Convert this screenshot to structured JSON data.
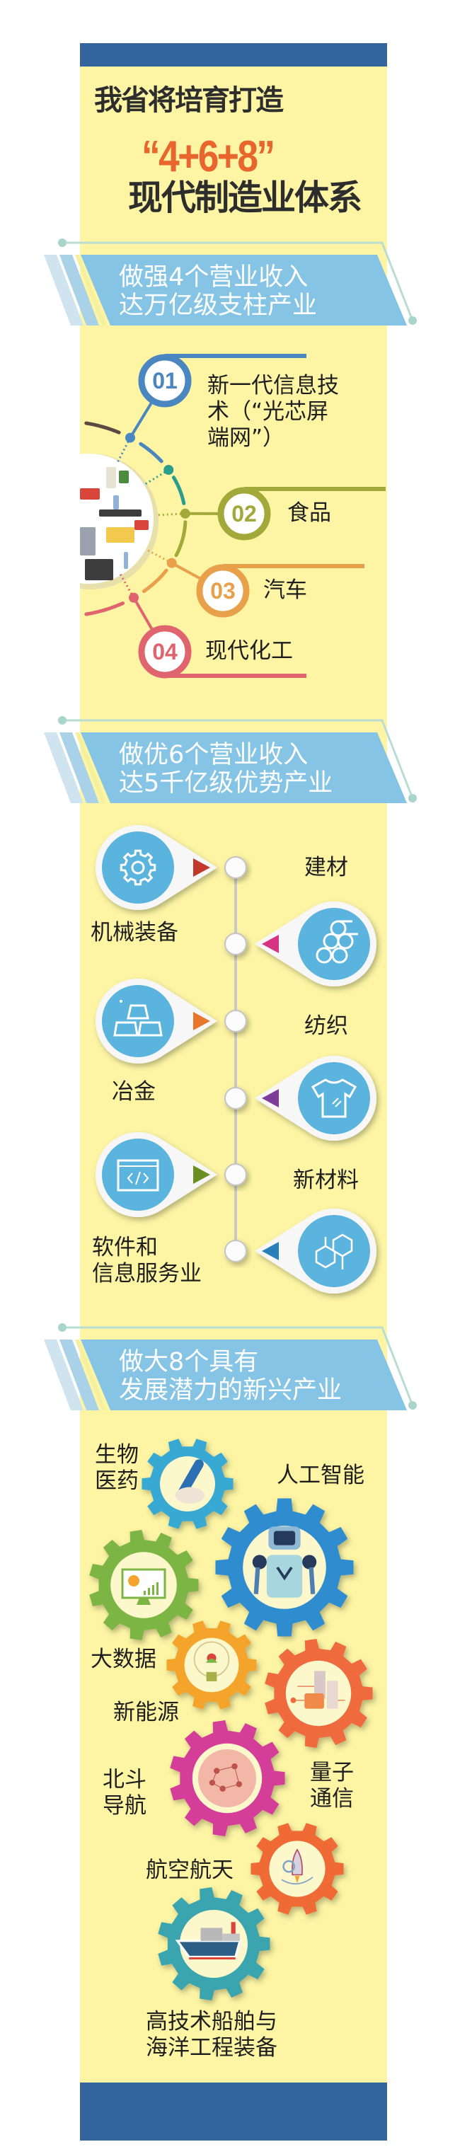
{
  "header": {
    "line1": "我省将培育打造",
    "highlight": "“4+6+8”",
    "line3": "现代制造业体系"
  },
  "colors": {
    "top_bar": "#33649e",
    "column": "#fdf5a4",
    "banner": "#85c4e4",
    "highlight": "#e8652d",
    "pin_inner": "#5ab4dd"
  },
  "sections": [
    {
      "banner": [
        "做强4个营业收入",
        "达万亿级支柱产业"
      ],
      "items": [
        {
          "num": "01",
          "lines": [
            "新一代信息技",
            "术（“光芯屏",
            "端网”）"
          ],
          "color": "#4a86c0"
        },
        {
          "num": "02",
          "lines": [
            "食品"
          ],
          "color": "#a3a83a"
        },
        {
          "num": "03",
          "lines": [
            "汽车"
          ],
          "color": "#e8a04a"
        },
        {
          "num": "04",
          "lines": [
            "现代化工"
          ],
          "color": "#e0646e"
        }
      ]
    },
    {
      "banner": [
        "做优6个营业收入",
        "达5千亿级优势产业"
      ],
      "items": [
        {
          "lines": [
            "机械装备"
          ],
          "icon": "gear-icon",
          "pointer_color": "#c0392b"
        },
        {
          "lines": [
            "建材"
          ],
          "icon": "pipes-icon",
          "pointer_color": "#d63384"
        },
        {
          "lines": [
            "冶金"
          ],
          "icon": "gold-bars-icon",
          "pointer_color": "#e8762b"
        },
        {
          "lines": [
            "纺织"
          ],
          "icon": "tshirt-icon",
          "pointer_color": "#7d3c98"
        },
        {
          "lines": [
            "软件和",
            "信息服务业"
          ],
          "icon": "code-window-icon",
          "pointer_color": "#6b8e23"
        },
        {
          "lines": [
            "新材料"
          ],
          "icon": "molecule-icon",
          "pointer_color": "#2a7fb8"
        }
      ]
    },
    {
      "banner": [
        "做大8个具有",
        "发展潜力的新兴产业"
      ],
      "items": [
        {
          "lines": [
            "生物",
            "医药"
          ],
          "icon": "pill-icon",
          "color": "#37a9d3"
        },
        {
          "lines": [
            "人工智能"
          ],
          "icon": "robot-icon",
          "color": "#2e8ccf"
        },
        {
          "lines": [
            "大数据"
          ],
          "icon": "chart-monitor-icon",
          "color": "#7db544"
        },
        {
          "lines": [
            "新能源"
          ],
          "icon": "lightbulb-icon",
          "color": "#f4a42c"
        },
        {
          "lines": [
            "量子",
            "通信"
          ],
          "icon": "servers-icon",
          "color": "#ef6a3e"
        },
        {
          "lines": [
            "北斗",
            "导航"
          ],
          "icon": "globe-icon",
          "color": "#d43c98"
        },
        {
          "lines": [
            "航空航天"
          ],
          "icon": "rocket-icon",
          "color": "#ef6a35"
        },
        {
          "lines": [
            "高技术船舶与",
            "海洋工程装备"
          ],
          "icon": "ship-icon",
          "color": "#3ba5af"
        }
      ]
    }
  ]
}
